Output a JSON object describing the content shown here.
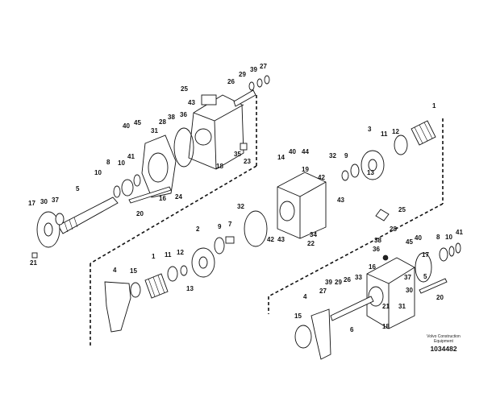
{
  "diagram": {
    "title": "Hydraulic pump exploded view",
    "credit_line1": "Volvo Construction",
    "credit_line2": "Equipment",
    "document_number": "1034482",
    "callouts": [
      "25",
      "26",
      "29",
      "39",
      "27",
      "43",
      "36",
      "38",
      "28",
      "45",
      "40",
      "31",
      "35",
      "23",
      "18",
      "10",
      "8",
      "10",
      "41",
      "16",
      "24",
      "5",
      "20",
      "17",
      "30",
      "37",
      "21",
      "32",
      "2",
      "9",
      "7",
      "1",
      "11",
      "12",
      "4",
      "15",
      "13",
      "14",
      "40",
      "44",
      "19",
      "42",
      "43",
      "32",
      "9",
      "3",
      "11",
      "12",
      "1",
      "13",
      "25",
      "28",
      "38",
      "36",
      "45",
      "40",
      "8",
      "10",
      "41",
      "42",
      "43",
      "34",
      "22",
      "4",
      "39",
      "27",
      "29",
      "26",
      "33",
      "15",
      "6",
      "18",
      "21",
      "31",
      "30",
      "37",
      "5",
      "17",
      "16",
      "20"
    ]
  }
}
